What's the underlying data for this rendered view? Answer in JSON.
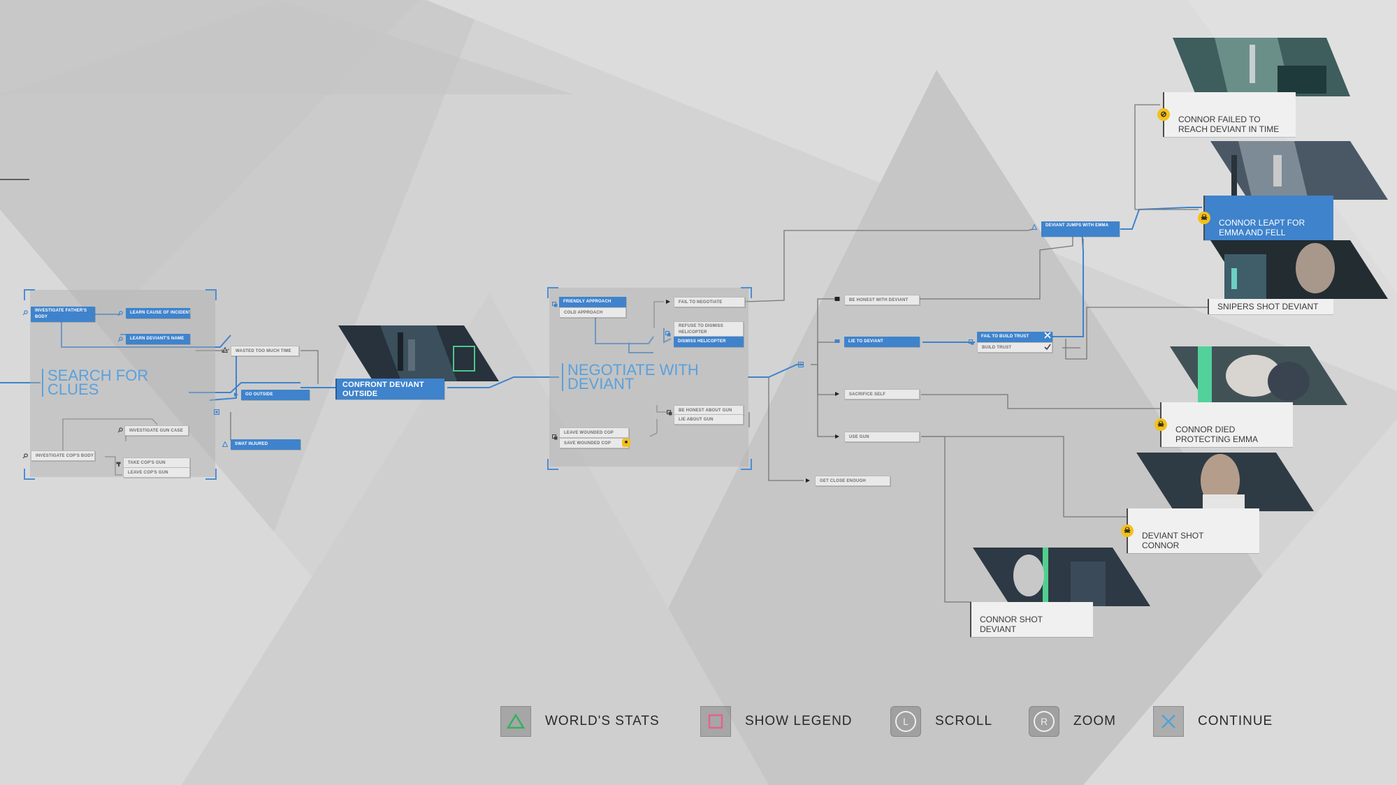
{
  "sections": {
    "search_for_clues": "SEARCH FOR\nCLUES",
    "negotiate_with_deviant": "NEGOTIATE WITH\nDEVIANT"
  },
  "nodes": {
    "investigate_fathers_body": "INVESTIGATE FATHER'S BODY",
    "learn_cause_of_incident": "LEARN CAUSE OF INCIDENT",
    "learn_deviants_name": "LEARN DEVIANT'S NAME",
    "wasted_too_much_time": "WASTED TOO MUCH TIME",
    "go_outside": "GO OUTSIDE",
    "investigate_gun_case": "INVESTIGATE GUN CASE",
    "swat_injured": "SWAT INJURED",
    "investigate_cops_body": "INVESTIGATE COP'S BODY",
    "take_cops_gun": "TAKE COP'S GUN",
    "leave_cops_gun": "LEAVE COP'S GUN",
    "confront_deviant_outside": "CONFRONT DEVIANT OUTSIDE",
    "friendly_approach": "FRIENDLY APPROACH",
    "cold_approach": "COLD APPROACH",
    "fail_to_negotiate": "FAIL TO NEGOTIATE",
    "refuse_to_dismiss_helicopter": "REFUSE TO DISMISS HELICOPTER",
    "dismiss_helicopter": "DISMISS HELICOPTER",
    "be_honest_about_gun": "BE HONEST ABOUT GUN",
    "lie_about_gun": "LIE ABOUT GUN",
    "leave_wounded_cop": "LEAVE WOUNDED COP",
    "save_wounded_cop": "SAVE WOUNDED COP",
    "be_honest_with_deviant": "BE HONEST WITH DEVIANT",
    "lie_to_deviant": "LIE TO DEVIANT",
    "sacrifice_self": "SACRIFICE SELF",
    "use_gun": "USE GUN",
    "get_close_enough": "GET CLOSE ENOUGH",
    "fail_to_build_trust": "FAIL TO BUILD TRUST",
    "build_trust": "BUILD TRUST",
    "deviant_jumps_with_emma": "DEVIANT JUMPS WITH EMMA"
  },
  "endings": [
    {
      "id": "connor_failed",
      "label": "CONNOR FAILED TO\nREACH DEVIANT IN TIME",
      "icon": "no-entry-icon",
      "active": false
    },
    {
      "id": "connor_leapt",
      "label": "CONNOR LEAPT FOR\nEMMA AND FELL",
      "icon": "skull-icon",
      "active": true
    },
    {
      "id": "snipers_shot",
      "label": "SNIPERS SHOT DEVIANT",
      "icon": "",
      "active": false
    },
    {
      "id": "connor_died",
      "label": "CONNOR DIED\nPROTECTING EMMA",
      "icon": "skull-icon",
      "active": false
    },
    {
      "id": "deviant_shot_connor",
      "label": "DEVIANT SHOT\nCONNOR",
      "icon": "skull-icon",
      "active": false
    },
    {
      "id": "connor_shot_deviant",
      "label": "CONNOR SHOT\nDEVIANT",
      "icon": "",
      "active": false
    }
  ],
  "prompts": {
    "worlds_stats": "WORLD'S STATS",
    "show_legend": "SHOW LEGEND",
    "scroll": "SCROLL",
    "zoom": "ZOOM",
    "continue": "CONTINUE",
    "scroll_glyph": "L",
    "zoom_glyph": "R"
  },
  "colors": {
    "accent_blue": "#3f83cc",
    "section_blue": "#5ba0dc",
    "badge_yellow": "#f4c01b",
    "background": "#d2d2d2",
    "triangle": "#33b25e",
    "square": "#e5628c",
    "cross": "#4da3d8"
  }
}
